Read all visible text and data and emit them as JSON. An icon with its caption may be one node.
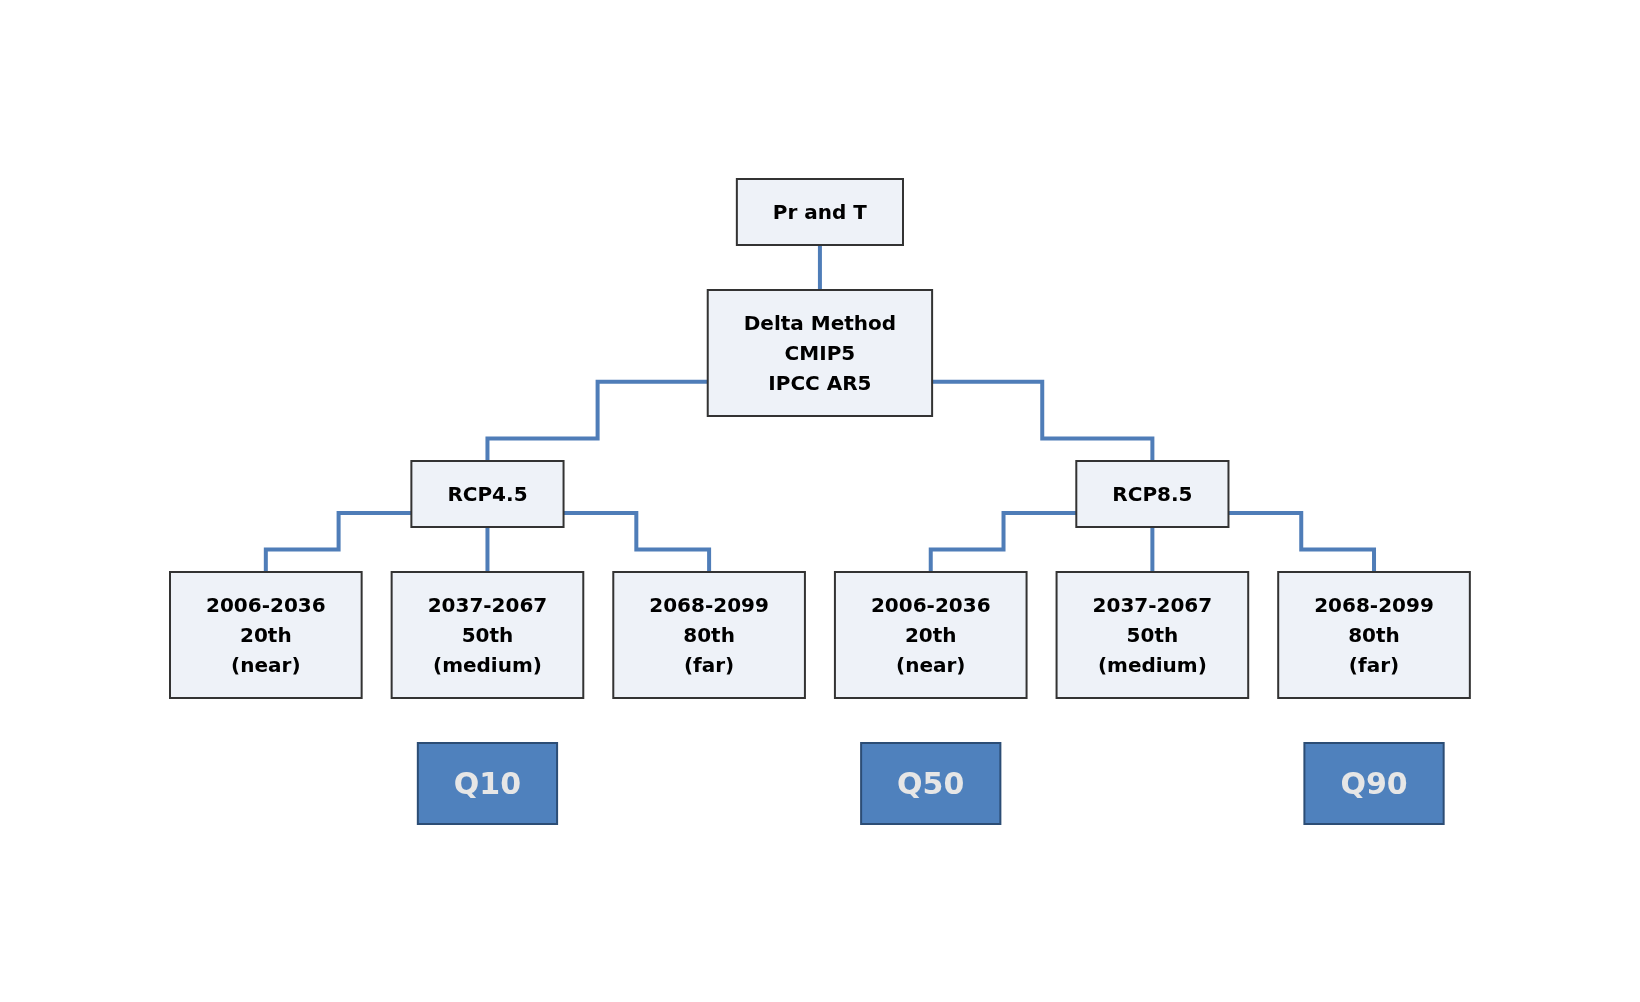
{
  "diagram": {
    "nodes": [
      {
        "text": [
          "Pr and T"
        ]
      },
      {
        "text": [
          "Delta Method",
          "CMIP5",
          "IPCC AR5"
        ]
      },
      {
        "text": [
          "RCP4.5"
        ]
      },
      {
        "text": [
          "RCP8.5"
        ]
      },
      {
        "text": [
          "2006-2036",
          "20th",
          "(near)"
        ]
      },
      {
        "text": [
          "2037-2067",
          "50th",
          "(medium)"
        ]
      },
      {
        "text": [
          "2068-2099",
          "80th",
          "(far)"
        ]
      },
      {
        "text": [
          "2006-2036",
          "20th",
          "(near)"
        ]
      },
      {
        "text": [
          "2037-2067",
          "50th",
          "(medium)"
        ]
      },
      {
        "text": [
          "2068-2099",
          "80th",
          "(far)"
        ]
      },
      {
        "text": [
          "Q10"
        ]
      },
      {
        "text": [
          "Q50"
        ]
      },
      {
        "text": [
          "Q90"
        ]
      }
    ],
    "edges": [
      {
        "from": 0,
        "to": 1,
        "arrow": "none"
      },
      {
        "from": 1,
        "to": 2,
        "arrow": "none"
      },
      {
        "from": 1,
        "to": 3,
        "arrow": "none"
      },
      {
        "from": 2,
        "to": 4,
        "arrow": "none"
      },
      {
        "from": 2,
        "to": 5,
        "arrow": "none"
      },
      {
        "from": 2,
        "to": 6,
        "arrow": "none"
      },
      {
        "from": 3,
        "to": 7,
        "arrow": "none"
      },
      {
        "from": 3,
        "to": 8,
        "arrow": "none"
      },
      {
        "from": 3,
        "to": 9,
        "arrow": "none"
      }
    ]
  }
}
